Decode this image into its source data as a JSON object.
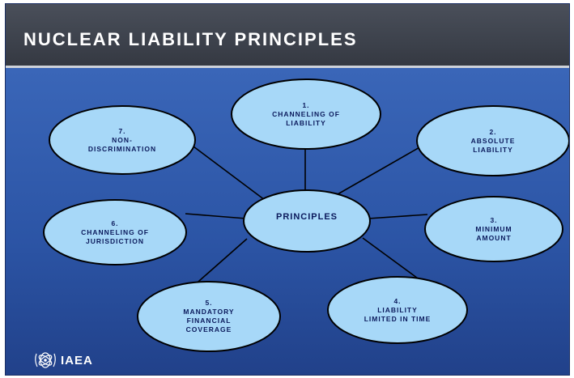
{
  "title": "NUCLEAR LIABILITY PRINCIPLES",
  "center": "PRINCIPLES",
  "nodes": [
    {
      "number": "1.",
      "lines": [
        "CHANNELING OF",
        "LIABILITY"
      ]
    },
    {
      "number": "2.",
      "lines": [
        "ABSOLUTE",
        "LIABILITY"
      ]
    },
    {
      "number": "3.",
      "lines": [
        "MINIMUM",
        "AMOUNT"
      ]
    },
    {
      "number": "4.",
      "lines": [
        "LIABILITY",
        "LIMITED IN TIME"
      ]
    },
    {
      "number": "5.",
      "lines": [
        "MANDATORY",
        "FINANCIAL",
        "COVERAGE"
      ]
    },
    {
      "number": "6.",
      "lines": [
        "CHANNELING OF",
        "JURISDICTION"
      ]
    },
    {
      "number": "7.",
      "lines": [
        "NON-",
        "DISCRIMINATION"
      ]
    }
  ],
  "logo": {
    "text": "IAEA",
    "icon": "iaea-atom-emblem"
  },
  "colors": {
    "slide_background": "#2c4f9d",
    "title_bar": "#3d424c",
    "ellipse_fill": "#a7d8f8",
    "ellipse_stroke": "#000000",
    "label_text": "#0b1a5c"
  }
}
